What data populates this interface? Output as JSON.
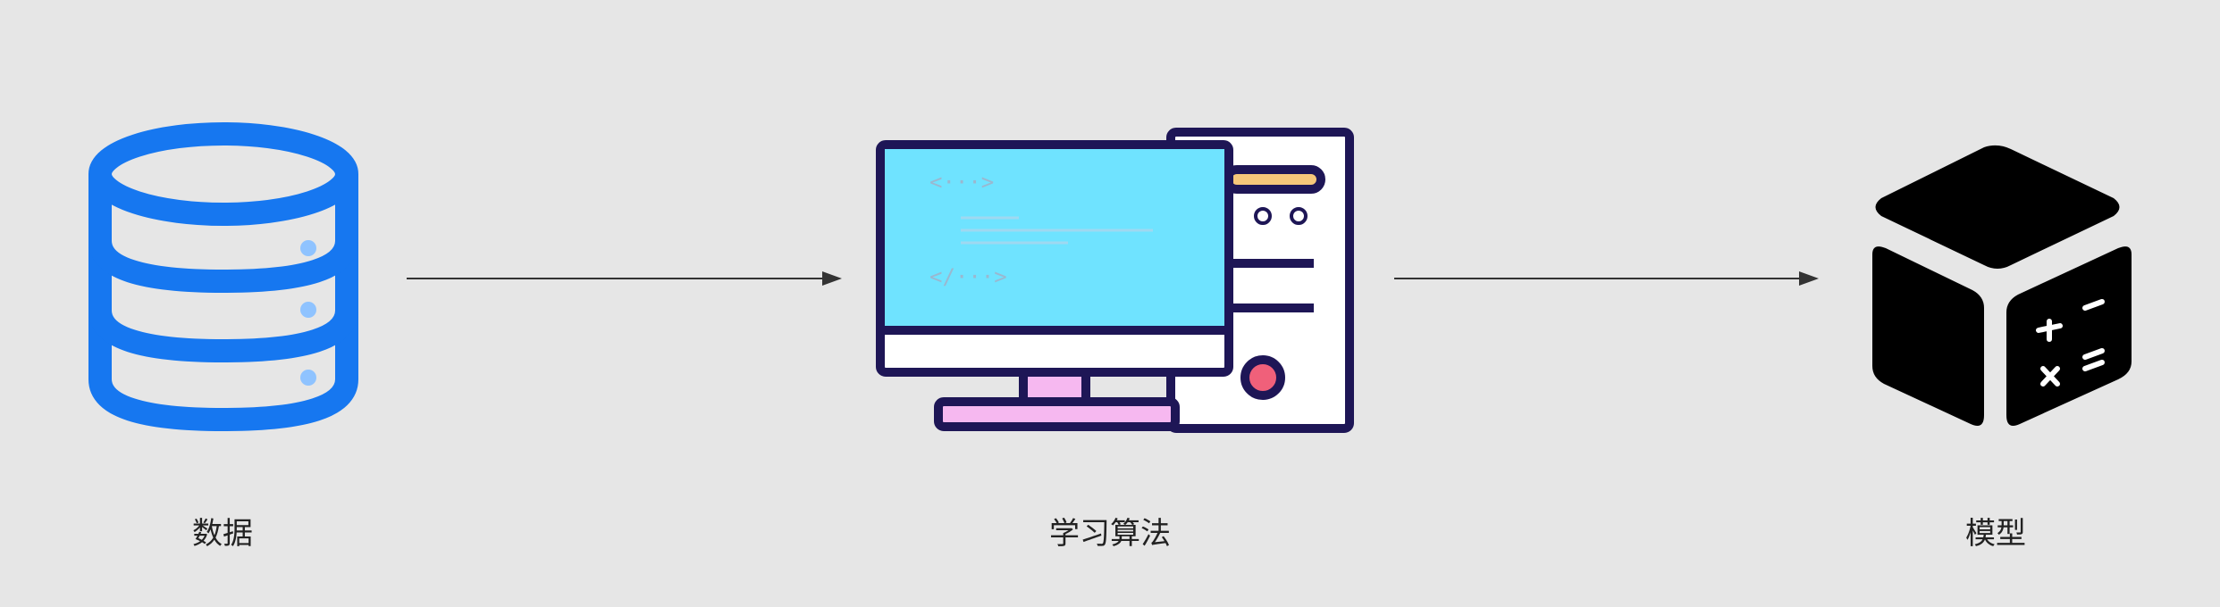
{
  "nodes": [
    {
      "label": "数据",
      "icon": "database-icon",
      "color": "#1677f0"
    },
    {
      "label": "学习算法",
      "icon": "computer-icon"
    },
    {
      "label": "模型",
      "icon": "model-cube-icon"
    }
  ],
  "colors": {
    "background": "#e6e6e6",
    "arrow": "#333333",
    "database": "#1677f0",
    "screen": "#6fe3ff",
    "outline": "#1e1656"
  }
}
